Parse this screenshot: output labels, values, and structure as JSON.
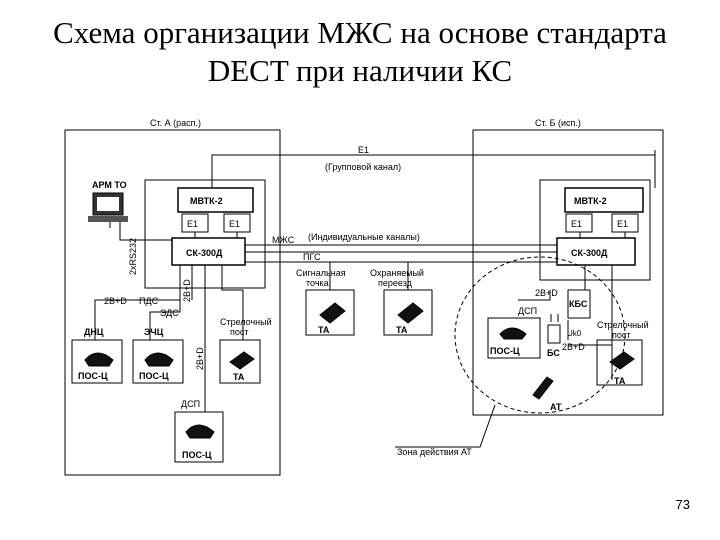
{
  "slide": {
    "title_line1": "Схема организации МЖС на основе стандарта",
    "title_line2": "DECT при наличии КС",
    "page_number": "73"
  },
  "diagram": {
    "station_a": "Ст. А (расп.)",
    "station_b": "Ст. Б (исп.)",
    "e1_top": "E1",
    "group_channel": "(Групповой канал)",
    "arm_to": "АРМ ТО",
    "mvtk_left": "МВТК-2",
    "mvtk_right": "МВТК-2",
    "e1": "E1",
    "sk_left": "СК-300Д",
    "sk_right": "СК-300Д",
    "rs232": "2хRS232",
    "mzhs": "МЖС",
    "individual_channels": "(Индивидуальные каналы)",
    "pgs": "ПГС",
    "signal_point_1": "Сигнальная",
    "signal_point_2": "точка",
    "guarded_crossing_1": "Охраняемый",
    "guarded_crossing_2": "переезд",
    "ta": "ТА",
    "b2d": "2B+D",
    "pds": "ПДС",
    "eds": "ЭДС",
    "dnc": "ДНЦ",
    "ech": "ЭЧЦ",
    "dsp": "ДСП",
    "pos_c": "ПОС-Ц",
    "switch_post_1": "Стрелочный",
    "switch_post_2": "пост",
    "kbs": "КБС",
    "bs": "БС",
    "uko": "Uk0",
    "at": "АТ",
    "at_zone": "Зона действия АТ"
  }
}
